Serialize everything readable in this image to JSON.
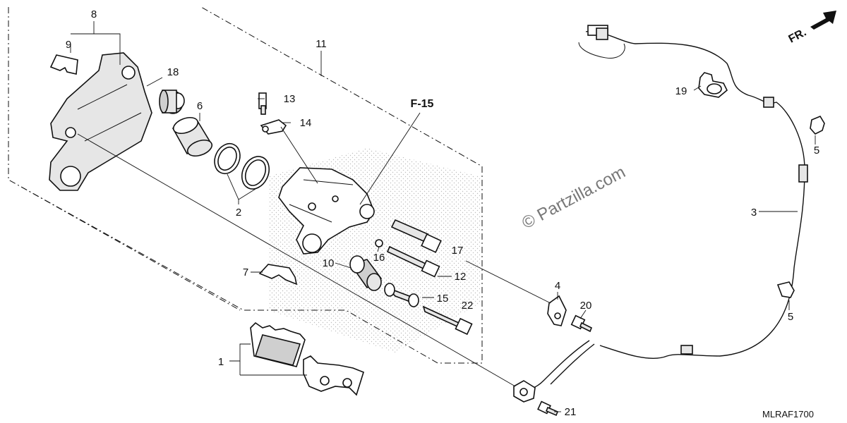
{
  "labels": {
    "p1": "1",
    "p2": "2",
    "p3": "3",
    "p4": "4",
    "p5a": "5",
    "p5b": "5",
    "p6": "6",
    "p7": "7",
    "p8": "8",
    "p9": "9",
    "p10": "10",
    "p11": "11",
    "p12": "12",
    "p13": "13",
    "p14": "14",
    "p15": "15",
    "p16": "16",
    "p17": "17",
    "p18": "18",
    "p19": "19",
    "p20": "20",
    "p21": "21",
    "p22": "22"
  },
  "ref_label": "F-15",
  "direction_label": "FR.",
  "watermark": "© Partzilla.com",
  "diagram_code": "MLRAF1700"
}
